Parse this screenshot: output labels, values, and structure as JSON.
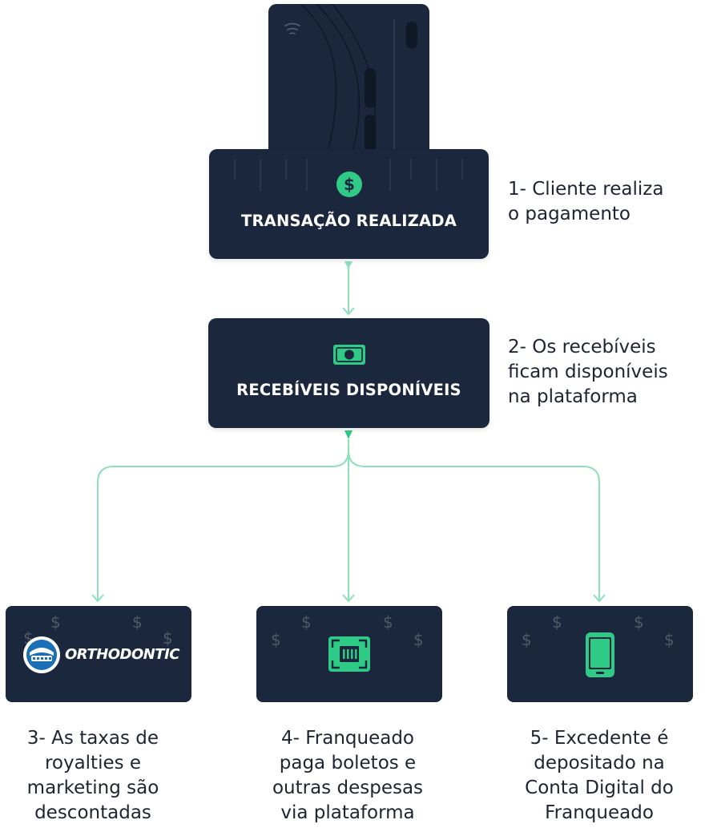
{
  "colors": {
    "navy": "#1b273d",
    "green": "#2fca86",
    "line": "#8ee0bb",
    "text": "#1f2433"
  },
  "steps": {
    "transaction": {
      "title": "TRANSAÇÃO REALIZADA",
      "icon": "dollar-coin-icon",
      "note": "1- Cliente realiza\no pagamento"
    },
    "receivables": {
      "title": "RECEBÍVEIS DISPONÍVEIS",
      "icon": "banknote-icon",
      "note": "2- Os recebíveis\nficam disponíveis\nna plataforma"
    },
    "fees": {
      "icon": "orthodontic-logo",
      "logo_text": "ORTHODONTIC",
      "note": "3- As taxas de\nroyalties e\nmarketing são\ndescontadas"
    },
    "bills": {
      "icon": "barcode-scan-icon",
      "note": "4- Franqueado\npaga boletos e\noutras despesas\nvia plataforma"
    },
    "surplus": {
      "icon": "smartphone-icon",
      "note": "5- Excedente é\ndepositado na\nConta Digital do\nFranqueado"
    }
  },
  "decor": {
    "dollar_glyph": "$"
  }
}
